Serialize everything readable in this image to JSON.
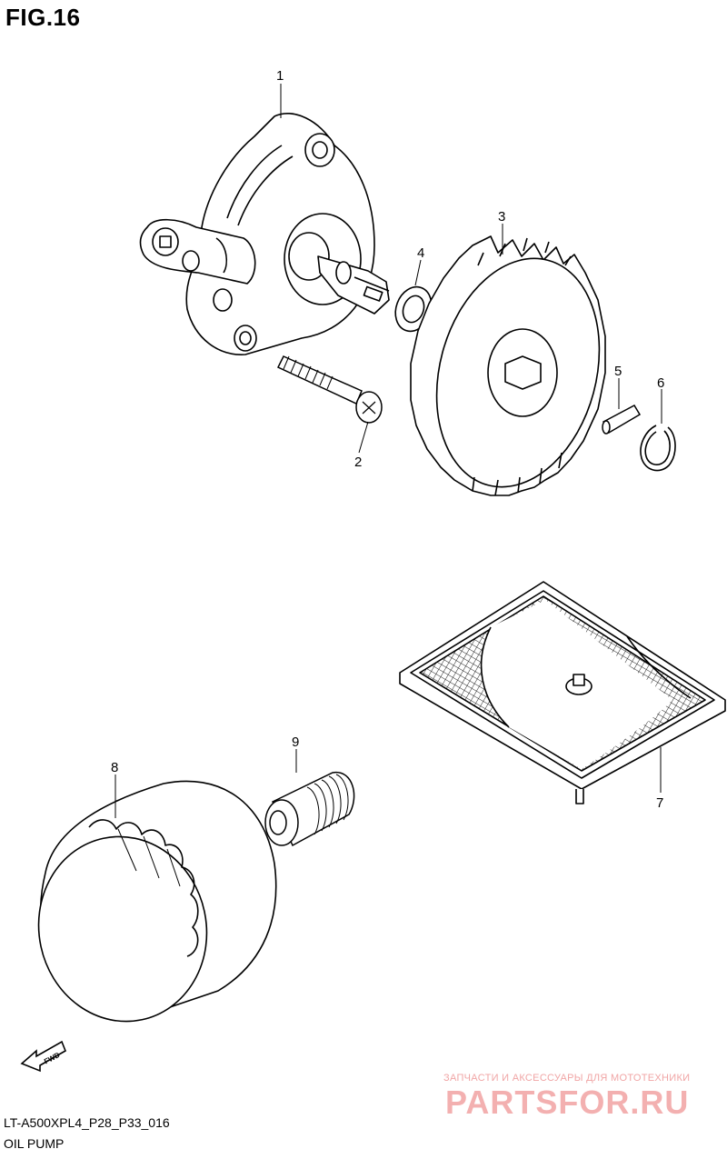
{
  "figure": {
    "title": "FIG.16",
    "model_code": "LT-A500XPL4_P28_P33_016",
    "name": "OIL PUMP"
  },
  "callouts": [
    "1",
    "2",
    "3",
    "4",
    "5",
    "6",
    "7",
    "8",
    "9"
  ],
  "fwd_label": "FWD",
  "watermark": {
    "line1": "ЗАПЧАСТИ И АКСЕССУАРЫ ДЛЯ МОТОТЕХНИКИ",
    "line2": "PARTSFOR.RU"
  }
}
